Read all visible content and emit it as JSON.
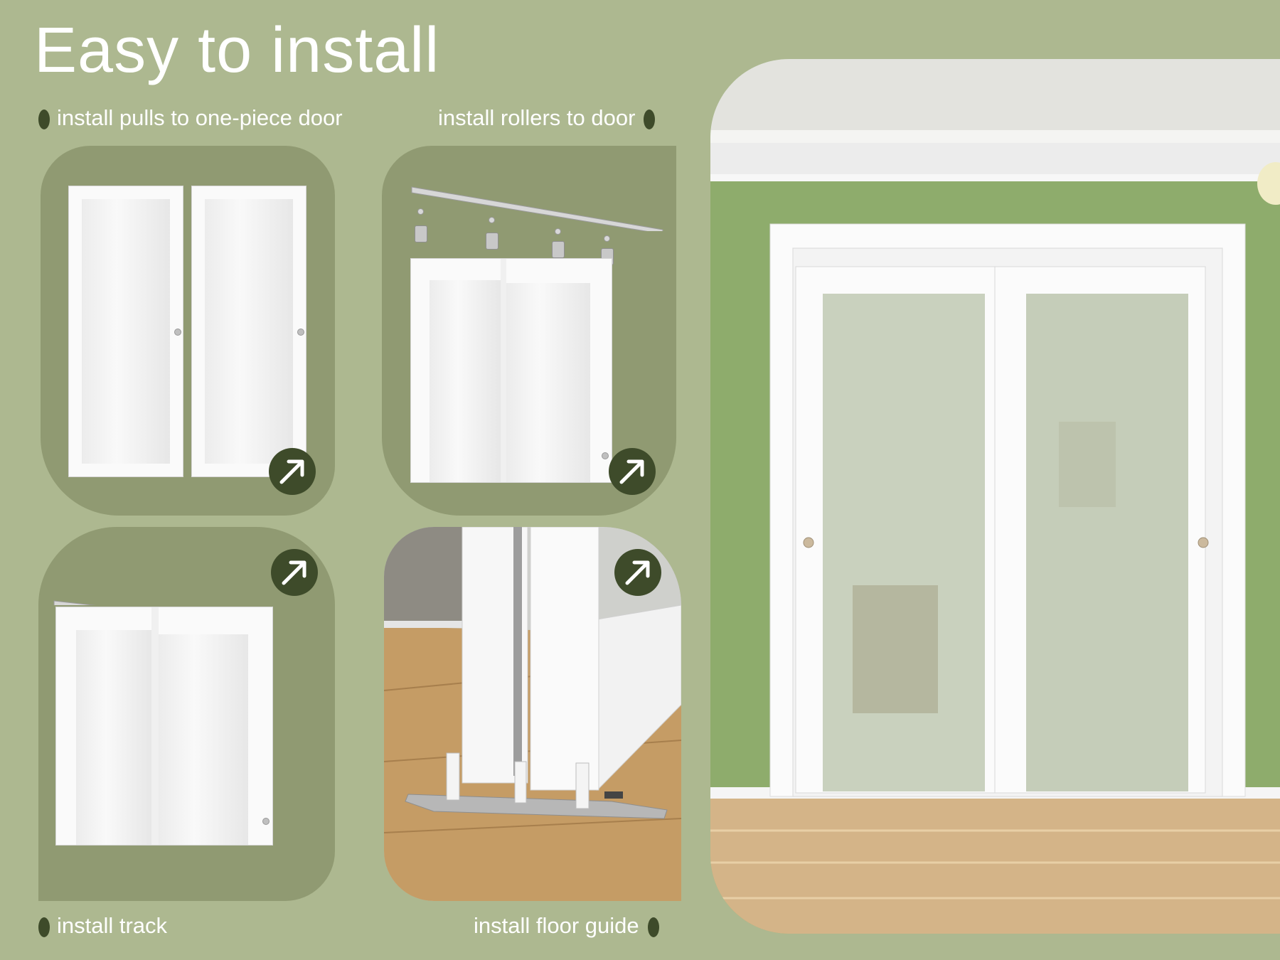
{
  "title": "Easy to install",
  "steps": [
    {
      "label": "install pulls to one-piece door",
      "button_icon": "arrow-up-right-icon"
    },
    {
      "label": "install rollers to door",
      "button_icon": "arrow-up-right-icon"
    },
    {
      "label": "install track",
      "button_icon": "arrow-up-right-icon"
    },
    {
      "label": "install floor guide",
      "button_icon": "arrow-up-right-icon"
    }
  ],
  "colors": {
    "background": "#adb890",
    "panel": "#909a72",
    "accent_dark": "#3e4b2a",
    "text": "#ffffff",
    "wall": "#8fae6d",
    "floor": "#cfae7f"
  }
}
